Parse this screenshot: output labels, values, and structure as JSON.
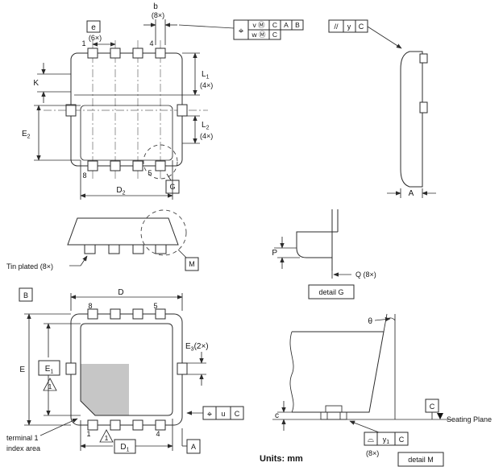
{
  "page": {
    "units_label": "Units: mm"
  },
  "top_view": {
    "dim_b": "b",
    "dim_b_count": "(8×)",
    "dim_e": "e",
    "dim_e_count": "(6×)",
    "dim_k": "K",
    "dim_e2_main": "E",
    "dim_e2_sub": "2",
    "dim_l1_main": "L",
    "dim_l1_sub": "1",
    "dim_l1_count": "(4×)",
    "dim_l2_main": "L",
    "dim_l2_sub": "2",
    "dim_l2_count": "(4×)",
    "dim_d2_main": "D",
    "dim_d2_sub": "2",
    "pin_1": "1",
    "pin_4": "4",
    "pin_5": "5",
    "pin_8": "8",
    "detail_g_ref": "G"
  },
  "fcf_position": {
    "symbol": "⌖",
    "row1": [
      "v Ⓜ",
      "C",
      "A",
      "B"
    ],
    "row2": [
      "w Ⓜ",
      "C"
    ]
  },
  "fcf_parallelism": {
    "symbol": "//",
    "tolerance": "y",
    "datum": "C"
  },
  "side_view": {
    "dim_a": "A"
  },
  "profile_view": {
    "tin_plated_label": "Tin plated (8×)",
    "detail_m_ref": "M"
  },
  "detail_g": {
    "dim_p": "P",
    "dim_q": "Q (8×)",
    "caption": "detail G"
  },
  "bottom_view": {
    "datum_a": "A",
    "datum_b": "B",
    "dim_d": "D",
    "dim_d1_main": "D",
    "dim_d1_sub": "1",
    "dim_e": "E",
    "dim_e1_main": "E",
    "dim_e1_sub": "1",
    "dim_e3_main": "E",
    "dim_e3_sub": "3",
    "dim_e3_count": "(2×)",
    "pin_1": "1",
    "pin_4": "4",
    "pin_5": "5",
    "pin_8": "8",
    "note_1": "1",
    "fcf": {
      "symbol": "⌖",
      "tolerance": "u",
      "datum": "C"
    },
    "index_note_line1": "terminal 1",
    "index_note_line2": "index area"
  },
  "detail_m": {
    "angle": "θ",
    "dim_c": "c",
    "datum_c": "C",
    "seating_plane_label": "Seating Plane",
    "fcf": {
      "symbol": "⌓",
      "tol_main": "y",
      "tol_sub": "1",
      "datum": "C"
    },
    "count": "(8×)",
    "caption": "detail M"
  },
  "colors": {
    "line": "#2b2b2b",
    "index_fill": "#c6c6c6"
  }
}
